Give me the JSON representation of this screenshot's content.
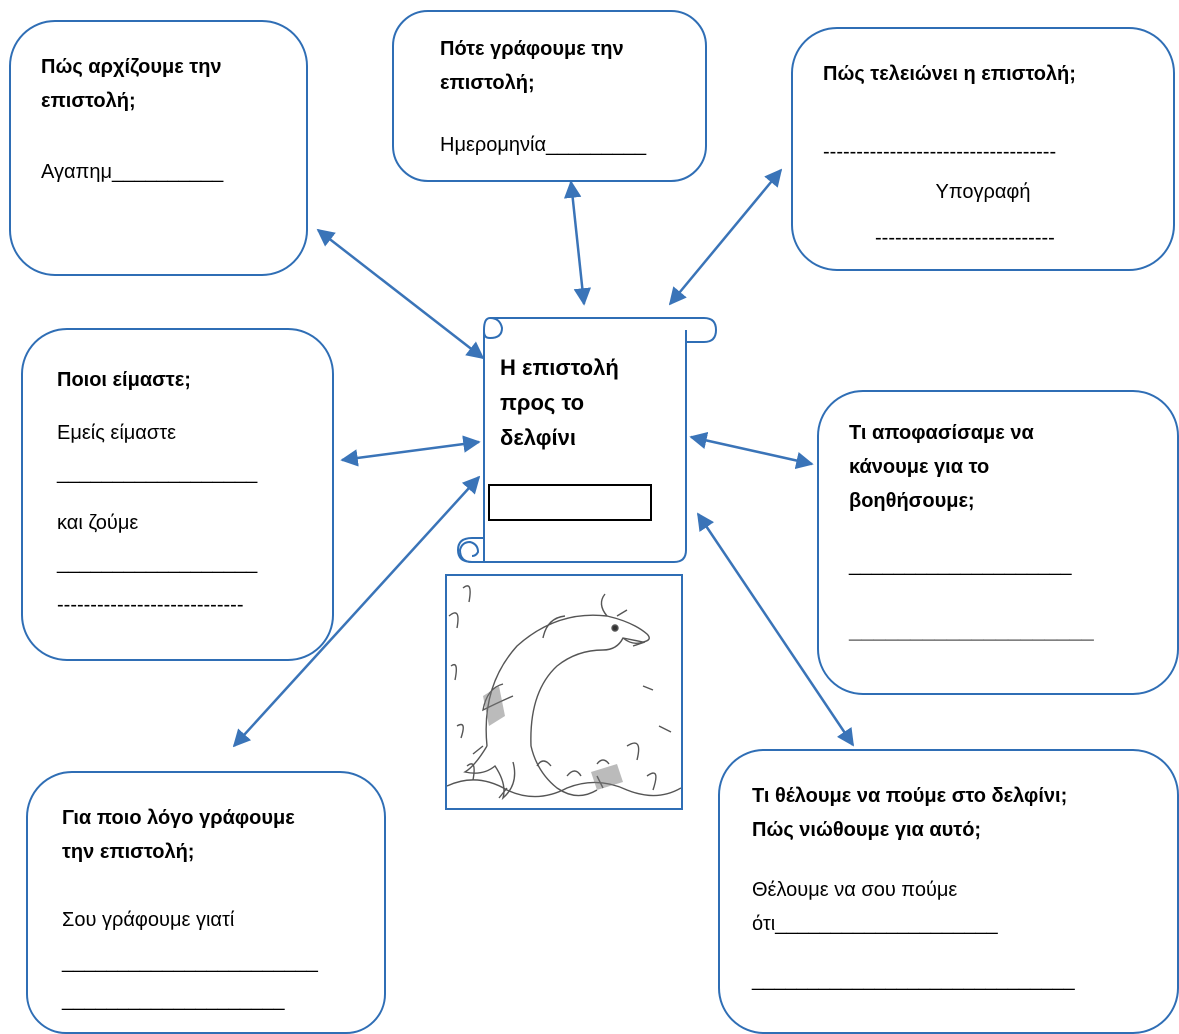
{
  "center": {
    "title_lines": [
      "Η επιστολή",
      "προς το",
      "δελφίνι"
    ]
  },
  "boxes": {
    "start": {
      "question_lines": [
        "Πώς αρχίζουμε την",
        "επιστολή;"
      ],
      "line1": "Αγαπημ__________"
    },
    "when": {
      "question_lines": [
        "Πότε γράφουμε την",
        "επιστολή;"
      ],
      "line1": "Ημερομηνία_________"
    },
    "end": {
      "question": "Πώς τελειώνει η επιστολή;",
      "line1": "-----------------------------------",
      "signature": "Υπογραφή",
      "line2": "---------------------------"
    },
    "who": {
      "question": "Ποιοι είμαστε;",
      "line1": "Εμείς είμαστε",
      "line2": "__________________",
      "line3": "και ζούμε",
      "line4": "__________________",
      "line5": "----------------------------"
    },
    "decided": {
      "question_lines": [
        "Τι αποφασίσαμε να",
        "κάνουμε για το",
        "βοηθήσουμε;"
      ],
      "line1": "____________________",
      "line2": "____________________"
    },
    "why": {
      "question_lines": [
        " Για ποιο λόγο γράφουμε",
        "την επιστολή;"
      ],
      "line1": "Σου γράφουμε γιατί",
      "line2": "_______________________",
      "line3": "____________________"
    },
    "say": {
      "question_lines": [
        "Τι θέλουμε να πούμε στο δελφίνι;",
        "Πώς νιώθουμε για αυτό;"
      ],
      "line1": "Θέλουμε να σου πούμε",
      "line2": "ότι____________________",
      "line3": "_____________________________"
    }
  },
  "colors": {
    "border": "#2f6eb5",
    "arrow": "#3a74b8"
  }
}
